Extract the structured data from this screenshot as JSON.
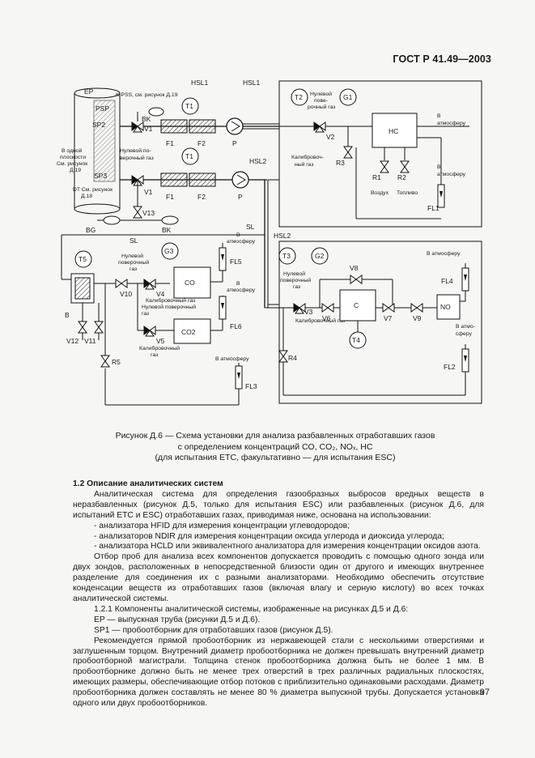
{
  "header": {
    "standard": "ГОСТ Р 41.49—2003"
  },
  "figure": {
    "labels": {
      "ep": "EP",
      "kpss": "K PSS, см. рисунок Д.19",
      "psp": "PSP",
      "sp2": "SP2",
      "sp3": "SP3",
      "bk": "BK",
      "bg": "BG",
      "v1": "V1",
      "v13": "V13",
      "f1": "F1",
      "f2": "F2",
      "p": "P",
      "t1": "T1",
      "hsl1": "HSL1",
      "hsl2": "HSL2",
      "sl": "SL",
      "zero_gas_multiline": "Нулевой по-\nверочный газ",
      "plane_note": "В одной\nплоскости\nСм. рисунок\nД.19",
      "dt_note": "DT См. рисунок\nД.18",
      "t2": "T2",
      "g1": "G1",
      "v2": "V2",
      "r3": "R3",
      "hc": "HC",
      "r1": "R1",
      "r2": "R2",
      "air": "Воздух",
      "fuel": "Топливо",
      "fl1": "FL1",
      "to_atm": "В\nатмосферу",
      "to_atm_one": "В атмосферу",
      "zero_gas_v2": "Нулевой\nпове-\nрочный газ",
      "cal_gas_r3": "Калибровоч-\nный газ",
      "t5": "T5",
      "g3": "G3",
      "b": "B",
      "v10": "V10",
      "v4": "V4",
      "v5": "V5",
      "co": "CO",
      "co2": "CO2",
      "fl5": "FL5",
      "fl6": "FL6",
      "fl3": "FL3",
      "r5": "R5",
      "v11": "V11",
      "v12": "V12",
      "zero_gas_v4": "Нулевой\nповерочный\nгаз",
      "cal_gas_v4": "Калибровочный газ",
      "zero_gas_v5": "Нулевой поверочный\nгаз",
      "cal_gas_v5": "Калибровочный\nгаз",
      "t3": "T3",
      "g2": "G2",
      "v3": "V3",
      "v6": "V6",
      "v7": "V7",
      "v8": "V8",
      "v9": "V9",
      "c": "C",
      "t4": "T4",
      "no": "NO",
      "r4": "R4",
      "fl2": "FL2",
      "fl4": "FL4",
      "zero_gas_v3": "Нулевой\nповерочный\nгаз",
      "cal_gas_v3": "Калибровочный газ"
    },
    "caption_line1": "Рисунок Д.6 — Схема установки для анализа разбавленных отработавших газов",
    "caption_line2": "с определением концентраций CO, CO₂, NOₓ, HC",
    "caption_line3": "(для испытания ETC, факультативно — для испытания ESC)"
  },
  "body": {
    "section_title": "1.2 Описание аналитических систем",
    "p1": "Аналитическая система для определения газообразных выбросов вредных веществ в неразбавленных (рисунок Д.5, только для испытания ESC) или разбавленных (рисунок Д.6, для испытаний ETC и ESC) отработавших газах, приводимая ниже, основана на использовании:",
    "li1": "- анализатора HFID для измерения концентрации углеводородов;",
    "li2": "- анализаторов NDIR для измерения концентрации оксида углерода и диоксида углерода;",
    "li3": "- анализатора HCLD или эквивалентного анализатора для измерения концентрации оксидов азота.",
    "p2": "Отбор проб для анализа всех компонентов допускается проводить с помощью одного зонда или двух зондов, расположенных в непосредственной близости один от другого и имеющих внутреннее разделение для соединения их с разными анализаторами. Необходимо обеспечить отсутствие конденсации веществ из отработавших газов (включая влагу и серную кислоту) во всех точках аналитической системы.",
    "p3": "1.2.1 Компоненты аналитической системы, изображенные на рисунках Д.5 и Д.6:",
    "p4": "EP — выпускная труба (рисунки Д.5 и Д.6).",
    "p5": "SP1 — пробоотборник для отработавших газов (рисунок Д.5).",
    "p6": "Рекомендуется прямой пробоотборник из нержавеющей стали с несколькими отверстиями и заглушенным торцом. Внутренний диаметр пробоотборника не должен превышать внутренний диаметр пробоотборной магистрали. Толщина стенок пробоотборника должна быть не более 1 мм. В пробоотборнике должно быть не менее трех отверстий в трех различных радиальных плоскостях, имеющих размеры, обеспечивающие отбор потоков с приблизительно одинаковыми расходами. Диаметр пробоотборника должен составлять не менее 80 % диаметра выпускной трубы. Допускается установка одного или двух пробоотборников."
  },
  "footer": {
    "page_number": "97"
  }
}
